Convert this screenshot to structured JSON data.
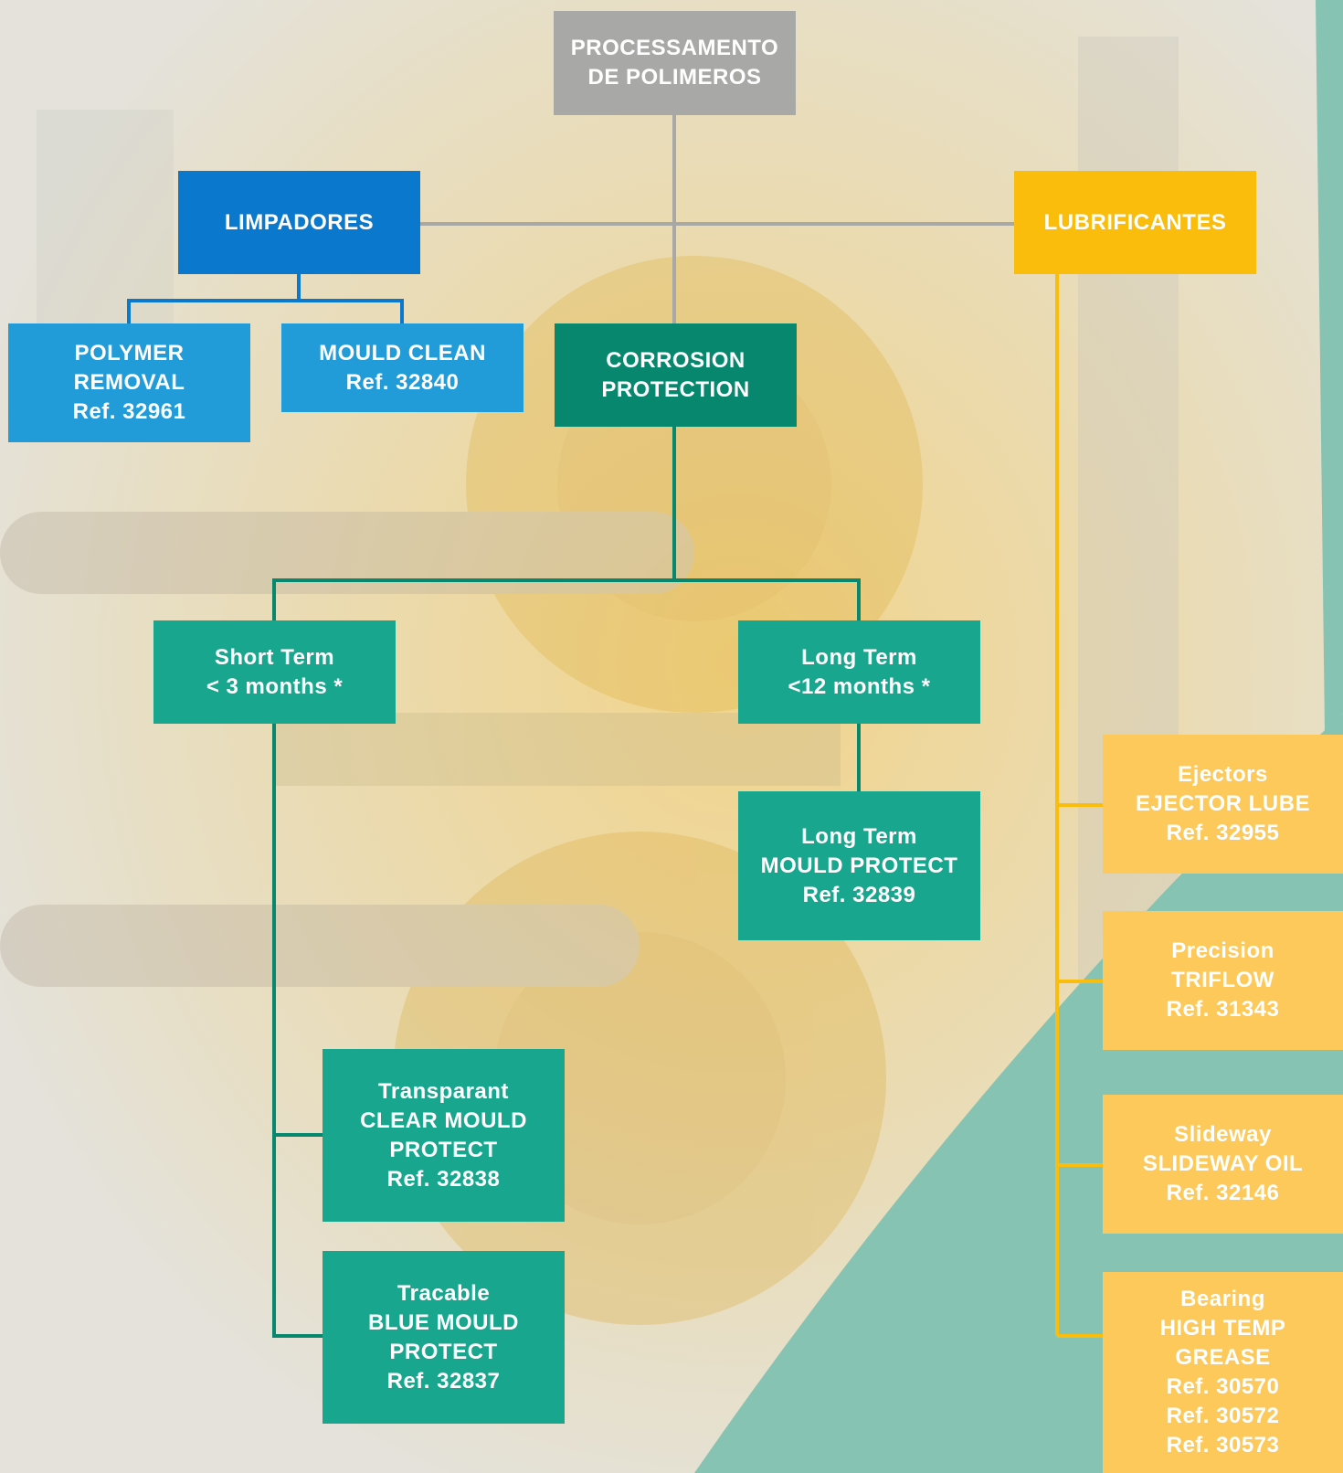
{
  "diagram": {
    "root": {
      "lines": [
        "PROCESSAMENTO",
        "DE POLIMEROS"
      ]
    },
    "limpadores": {
      "label": "LIMPADORES",
      "children": [
        {
          "lines": [
            "POLYMER",
            "REMOVAL",
            "Ref. 32961"
          ]
        },
        {
          "lines": [
            "MOULD CLEAN",
            "Ref. 32840"
          ]
        }
      ]
    },
    "corrosion": {
      "lines": [
        "CORROSION",
        "PROTECTION"
      ],
      "short_term": {
        "lines": [
          "Short Term",
          "< 3 months *"
        ],
        "children": [
          {
            "lines": [
              "Transparant",
              "CLEAR MOULD",
              "PROTECT",
              "Ref. 32838"
            ]
          },
          {
            "lines": [
              "Tracable",
              "BLUE MOULD",
              "PROTECT",
              "Ref. 32837"
            ]
          }
        ]
      },
      "long_term": {
        "lines": [
          "Long Term",
          "<12 months *"
        ],
        "children": [
          {
            "lines": [
              "Long Term",
              "MOULD PROTECT",
              "Ref. 32839"
            ]
          }
        ]
      }
    },
    "lubrificantes": {
      "label": "LUBRIFICANTES",
      "children": [
        {
          "lines": [
            "Ejectors",
            "EJECTOR LUBE",
            "Ref. 32955"
          ]
        },
        {
          "lines": [
            "Precision",
            "TRIFLOW",
            "Ref. 31343"
          ]
        },
        {
          "lines": [
            "Slideway",
            "SLIDEWAY OIL",
            "Ref. 32146"
          ]
        },
        {
          "lines": [
            "Bearing",
            "HIGH TEMP",
            "GREASE",
            "Ref. 30570",
            "Ref. 30572",
            "Ref. 30573"
          ]
        }
      ]
    }
  },
  "colors": {
    "gray": "#a8a8a6",
    "blue_dark": "#0a78cd",
    "blue": "#229bd9",
    "green_dark": "#07876e",
    "green": "#18a78e",
    "yellow": "#fabd0c",
    "yellow_light": "#fdc95a",
    "teal_accent": "#86c3b2"
  }
}
